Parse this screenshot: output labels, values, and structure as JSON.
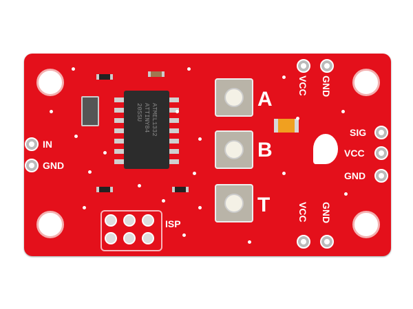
{
  "board": {
    "color": "#e4101b"
  },
  "chip": {
    "lines": [
      "ATMEL1332",
      "ATTINY84",
      "20SSU"
    ]
  },
  "labels": {
    "in": "IN",
    "gnd_left": "GND",
    "vcc_top": "VCC",
    "gnd_top": "GND",
    "sig": "SIG",
    "vcc_right": "VCC",
    "gnd_right": "GND",
    "vcc_bottom": "VCC",
    "gnd_bottom": "GND",
    "isp": "ISP",
    "pot_a": "A",
    "pot_b": "B",
    "pot_t": "T"
  }
}
